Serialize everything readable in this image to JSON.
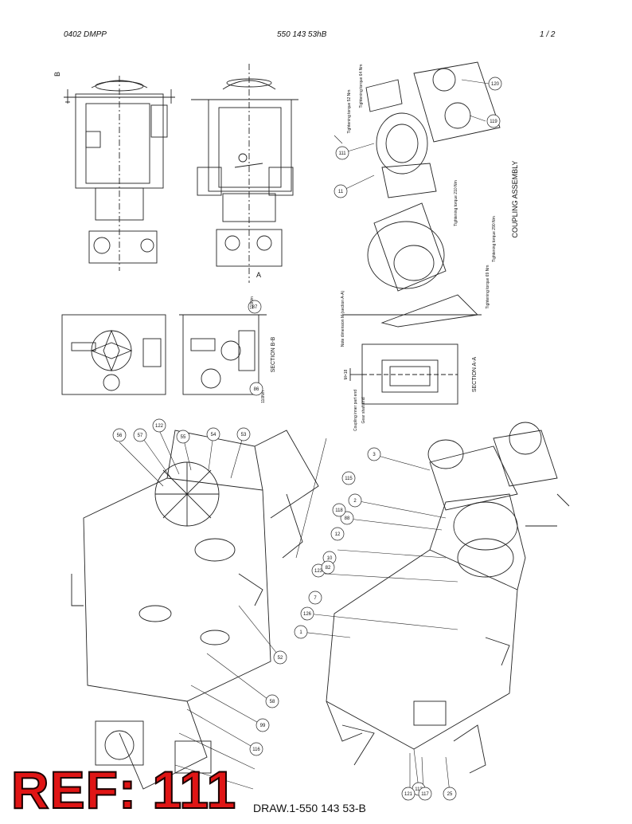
{
  "header": {
    "doc_code": "0402 DMPP",
    "drawing_number": "550 143 53hB",
    "page_number": "1 /  2"
  },
  "labels": {
    "coupling_assembly": "COUPLING ASSEMBLY",
    "section_aa": "SECTION A-A",
    "section_bb": "SECTION B-B",
    "note_dimension": "Note dimension M (section A-A)",
    "coupling_inner": "Coupling inner part end",
    "gear_shaft_end": "Gear shaft end",
    "m_value": "M=18",
    "torque_52": "Tightening torque 52 Nm",
    "torque_64": "Tightening torque 64 Nm",
    "torque_210": "Tightening torque 210 Nm",
    "torque_290": "Tightening torque 290 Nm",
    "torque_69": "Tightening torque 69 Nm",
    "view_a": "A",
    "view_b": "B",
    "nm_110_top": "110Nm",
    "nm_110_bottom": "110Nm"
  },
  "part_numbers": {
    "p111": "111",
    "p11": "11",
    "p120": "120",
    "p119": "119",
    "p56": "56",
    "p57": "57",
    "p122": "122",
    "p55": "55",
    "p54": "54",
    "p53": "53",
    "p3": "3",
    "p115": "115",
    "p2": "2",
    "p88": "88",
    "p118": "118",
    "p12": "12",
    "p10": "10",
    "p123": "123",
    "p82": "82",
    "p7": "7",
    "p126": "126",
    "p1": "1",
    "p113": "113",
    "p121": "121",
    "p117": "117",
    "p25": "25",
    "p52": "52",
    "p58": "58",
    "p99": "99",
    "p116": "116",
    "p87": "87",
    "p86": "86"
  },
  "footer": {
    "ref_label": "REF: 111",
    "drawing_ref": "DRAW.1-550 143 53-B"
  }
}
